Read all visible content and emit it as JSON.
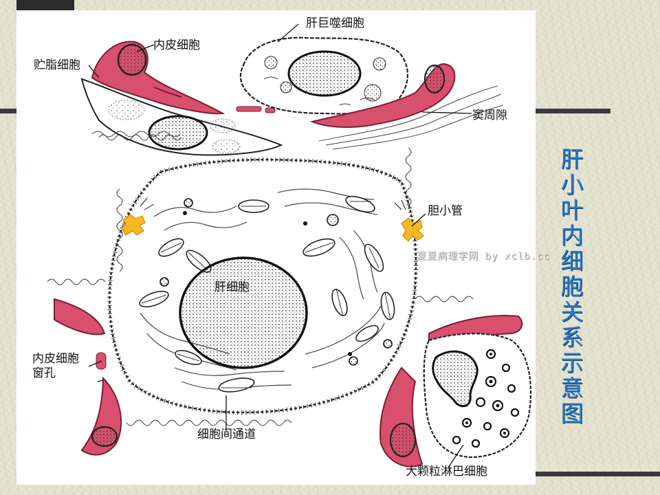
{
  "title": "肝小叶内细胞关系示意图",
  "labels": {
    "endothelial_cell": "内皮细胞",
    "fat_storing_cell": "贮脂细胞",
    "kupffer_cell": "肝巨噬细胞",
    "perisinusoidal_space": "窦周隙",
    "bile_canaliculus": "胆小管",
    "hepatocyte": "肝细胞",
    "endothelial_fenestra": "内皮细胞窗孔",
    "intercellular_channel": "细胞间通道",
    "large_granular_lymphocyte": "大颗粒淋巴细胞"
  },
  "watermark": "夏夏病理学网 by xclb.cc",
  "colors": {
    "endothelium": "#d8506e",
    "endothelium_dark": "#b03050",
    "bile": "#f5b820",
    "title": "#2a78c8",
    "ink": "#222222"
  }
}
